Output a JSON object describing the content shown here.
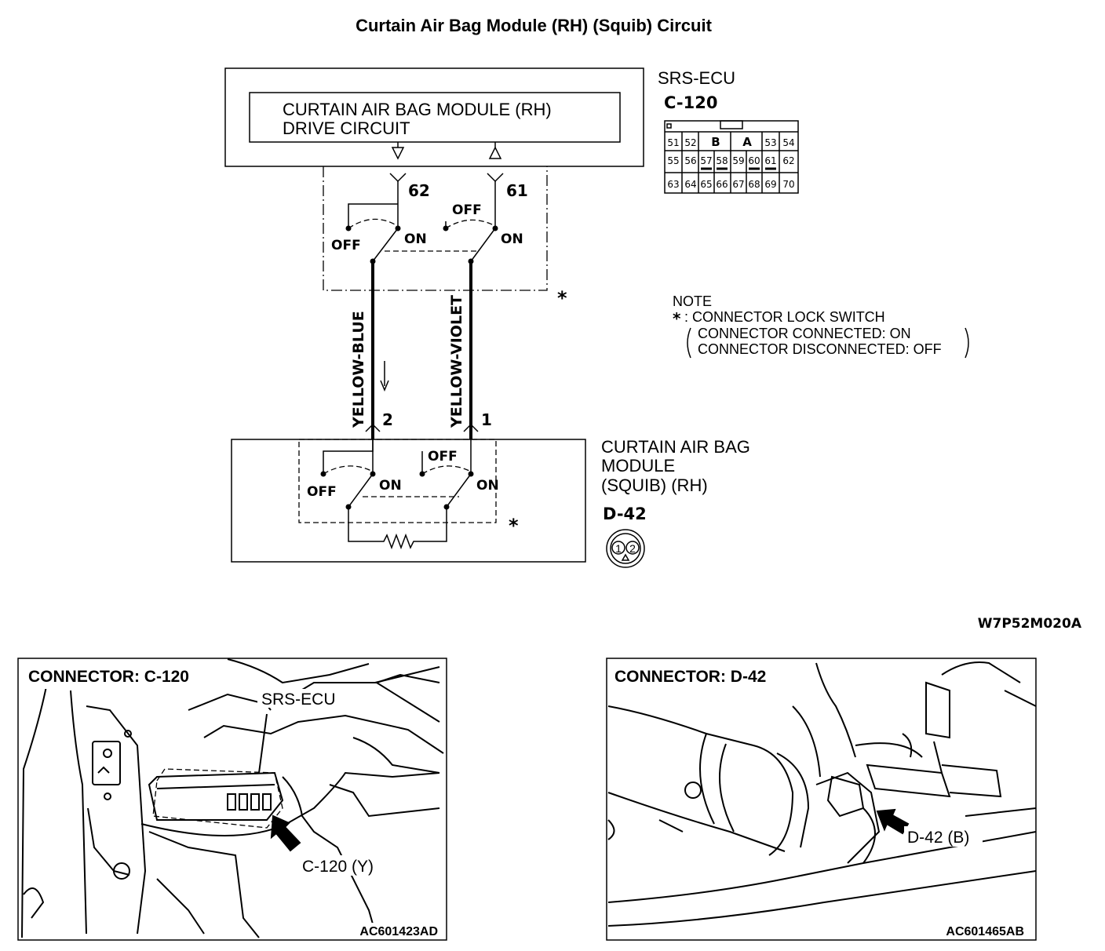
{
  "title": "Curtain Air Bag Module (RH) (Squib) Circuit",
  "ecu": {
    "name": "SRS-ECU",
    "connector": "C-120",
    "drive_circuit_line1": "CURTAIN AIR BAG MODULE (RH)",
    "drive_circuit_line2": "DRIVE CIRCUIT",
    "pin_left": "62",
    "pin_right": "61",
    "connector_keys": [
      "B",
      "A"
    ],
    "connector_row1": [
      "51",
      "52",
      "53",
      "54"
    ],
    "connector_row2": [
      "55",
      "56",
      "57",
      "58",
      "59",
      "60",
      "61",
      "62"
    ],
    "connector_row3": [
      "63",
      "64",
      "65",
      "66",
      "67",
      "68",
      "69",
      "70"
    ]
  },
  "switch_labels": {
    "off": "OFF",
    "on": "ON",
    "asterisk": "*"
  },
  "wires": {
    "left_color": "YELLOW-BLUE",
    "right_color": "YELLOW-VIOLET",
    "left_pin": "2",
    "right_pin": "1"
  },
  "note": {
    "heading": "NOTE",
    "mark": "*",
    "line1": ": CONNECTOR LOCK SWITCH",
    "line2": "CONNECTOR CONNECTED: ON",
    "line3": "CONNECTOR DISCONNECTED: OFF"
  },
  "module": {
    "line1": "CURTAIN AIR BAG",
    "line2": "MODULE",
    "line3": "(SQUIB) (RH)",
    "connector": "D-42",
    "pins": [
      "1",
      "2"
    ]
  },
  "diagram_code": "W7P52M020A",
  "photo_left": {
    "title": "CONNECTOR: C-120",
    "callout_ecu": "SRS-ECU",
    "callout_connector": "C-120 (Y)",
    "code": "AC601423AD"
  },
  "photo_right": {
    "title": "CONNECTOR: D-42",
    "callout_connector": "D-42 (B)",
    "code": "AC601465AB"
  }
}
